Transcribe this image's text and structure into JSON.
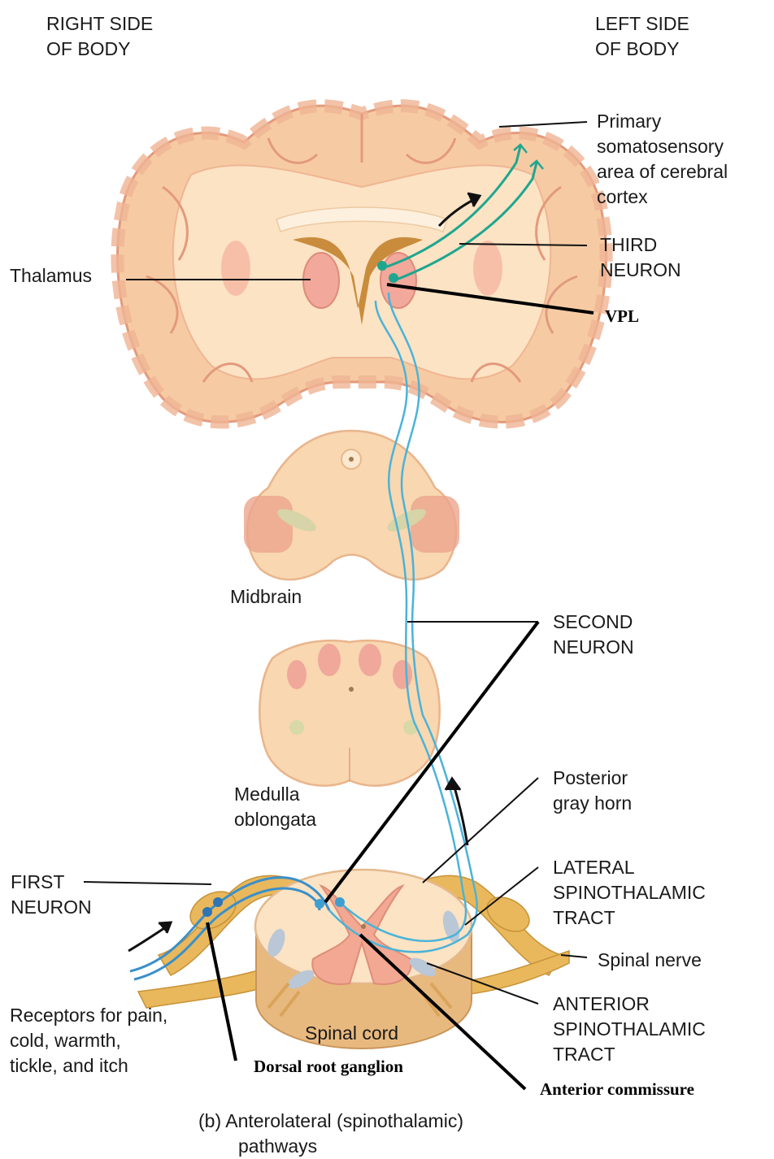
{
  "labels": {
    "right_side": [
      "RIGHT SIDE",
      "OF BODY"
    ],
    "left_side": [
      "LEFT SIDE",
      "OF BODY"
    ],
    "primary_somatosensory": [
      "Primary",
      "somatosensory",
      "area of cerebral",
      "cortex"
    ],
    "third_neuron": [
      "THIRD",
      "NEURON"
    ],
    "thalamus": "Thalamus",
    "vpl": "VPL",
    "midbrain": "Midbrain",
    "second_neuron": [
      "SECOND",
      "NEURON"
    ],
    "medulla": [
      "Medulla",
      "oblongata"
    ],
    "posterior_gray_horn": [
      "Posterior",
      "gray horn"
    ],
    "first_neuron": [
      "FIRST",
      "NEURON"
    ],
    "lateral_tract": [
      "LATERAL",
      "SPINOTHALAMIC",
      "TRACT"
    ],
    "spinal_nerve": "Spinal nerve",
    "receptors": [
      "Receptors for pain,",
      "cold, warmth,",
      "tickle, and itch"
    ],
    "spinal_cord": "Spinal cord",
    "anterior_tract": [
      "ANTERIOR",
      "SPINOTHALAMIC",
      "TRACT"
    ],
    "dorsal_root_ganglion": "Dorsal root ganglion",
    "anterior_commissure": "Anterior commissure",
    "caption": [
      "(b)  Anterolateral (spinothalamic)",
      "pathways"
    ]
  },
  "colors": {
    "brain_fill": "#f6cba4",
    "gyrus_edge": "#e39a7c",
    "white_matter": "#fbe3c4",
    "thalamus": "#f2a89a",
    "ventricle": "#c98c3c",
    "nerve": "#e9b85c",
    "neuron_blue": "#4ab3d8",
    "neuron_teal": "#1fa68f"
  }
}
